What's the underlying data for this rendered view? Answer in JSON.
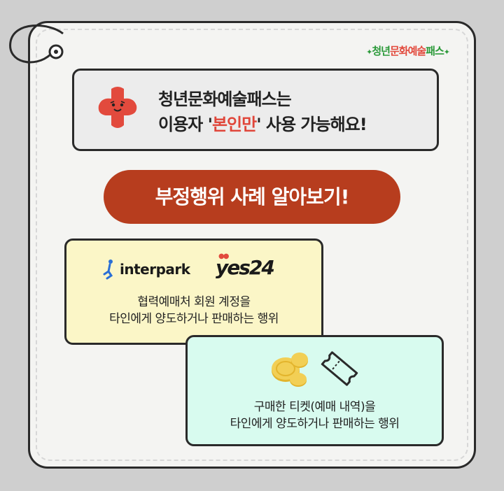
{
  "brand": {
    "part1": "청년",
    "part2": "문화예술",
    "part3": "패스"
  },
  "notice": {
    "line1": "청년문화예술패스는",
    "line2_prefix": "이용자 '",
    "line2_highlight": "본인만",
    "line2_suffix": "' 사용 가능해요!"
  },
  "heading": "부정행위 사례 알아보기!",
  "case1": {
    "logo_interpark": "interpark",
    "logo_yes24": "yes24",
    "line1": "협력예매처 회원 계정을",
    "line2": "타인에게 양도하거나 판매하는 행위"
  },
  "case2": {
    "line1": "구매한 티켓(예매 내역)을",
    "line2": "타인에게 양도하거나 판매하는 행위"
  },
  "colors": {
    "accent_red": "#e0463a",
    "pill": "#b73d1e",
    "box1": "#fbf6c7",
    "box2": "#d8fbef",
    "brand_green": "#2c9a3a"
  }
}
